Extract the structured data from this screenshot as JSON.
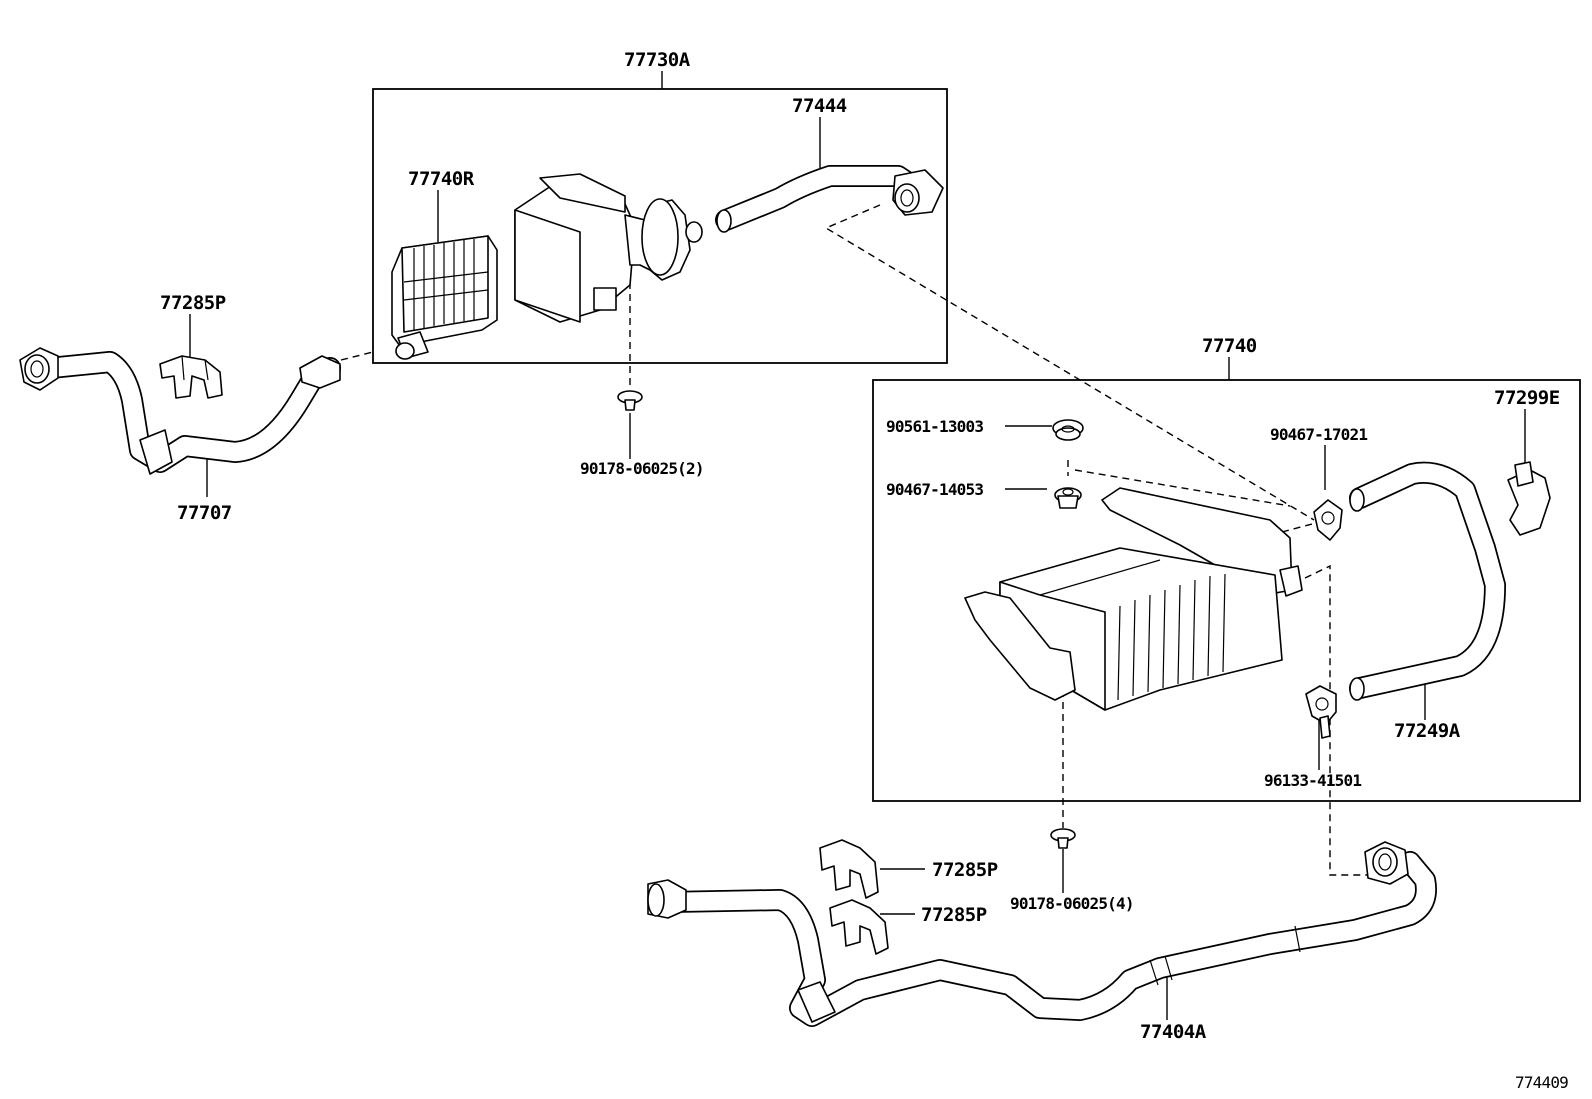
{
  "labels": {
    "assembly_77730A": "77730A",
    "hose_77444": "77444",
    "canister_77740R": "77740R",
    "clamp_77285P_left": "77285P",
    "hose_77707": "77707",
    "bolt_90178_06025_2": "90178-06025(2)",
    "canister_77740": "77740",
    "grommet_90561_13003": "90561-13003",
    "clip_90467_14053": "90467-14053",
    "clip_90467_17021": "90467-17021",
    "clip_77299E": "77299E",
    "hose_77249A": "77249A",
    "clamp_96133_41501": "96133-41501",
    "clamp_77285P_upper": "77285P",
    "clamp_77285P_lower": "77285P",
    "bolt_90178_06025_4": "90178-06025(4)",
    "pipe_77404A": "77404A"
  },
  "figure_number": "774409"
}
